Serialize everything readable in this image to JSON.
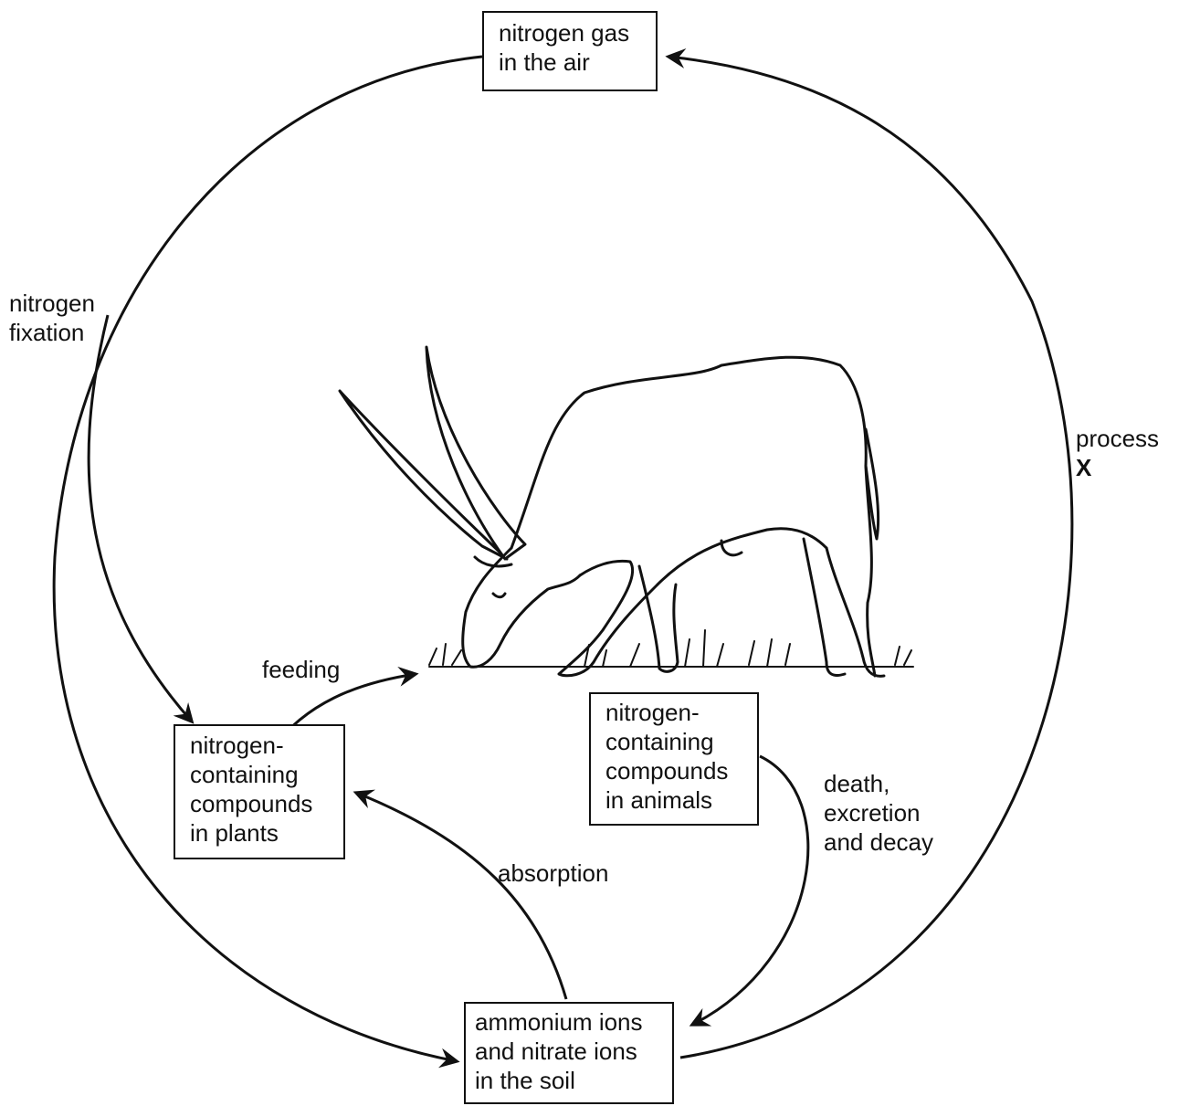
{
  "boxes": {
    "air": {
      "lines": [
        "nitrogen gas",
        "in the air"
      ]
    },
    "plants": {
      "lines": [
        "nitrogen-",
        "containing",
        "compounds",
        "in plants"
      ]
    },
    "animals": {
      "lines": [
        "nitrogen-",
        "containing",
        "compounds",
        "in animals"
      ]
    },
    "soil": {
      "lines": [
        "ammonium ions",
        "and nitrate ions",
        "in the soil"
      ]
    }
  },
  "labels": {
    "fixation": {
      "lines": [
        "nitrogen",
        "fixation"
      ]
    },
    "feeding": "feeding",
    "absorption": "absorption",
    "death": {
      "lines": [
        "death,",
        "excretion",
        "and decay"
      ]
    },
    "process": {
      "line1": "process",
      "line2": "X"
    }
  },
  "illustration": {
    "subject": "cow-grazing",
    "icon": "grazing-cow-icon"
  },
  "colors": {
    "stroke": "#111111",
    "background": "#ffffff"
  }
}
